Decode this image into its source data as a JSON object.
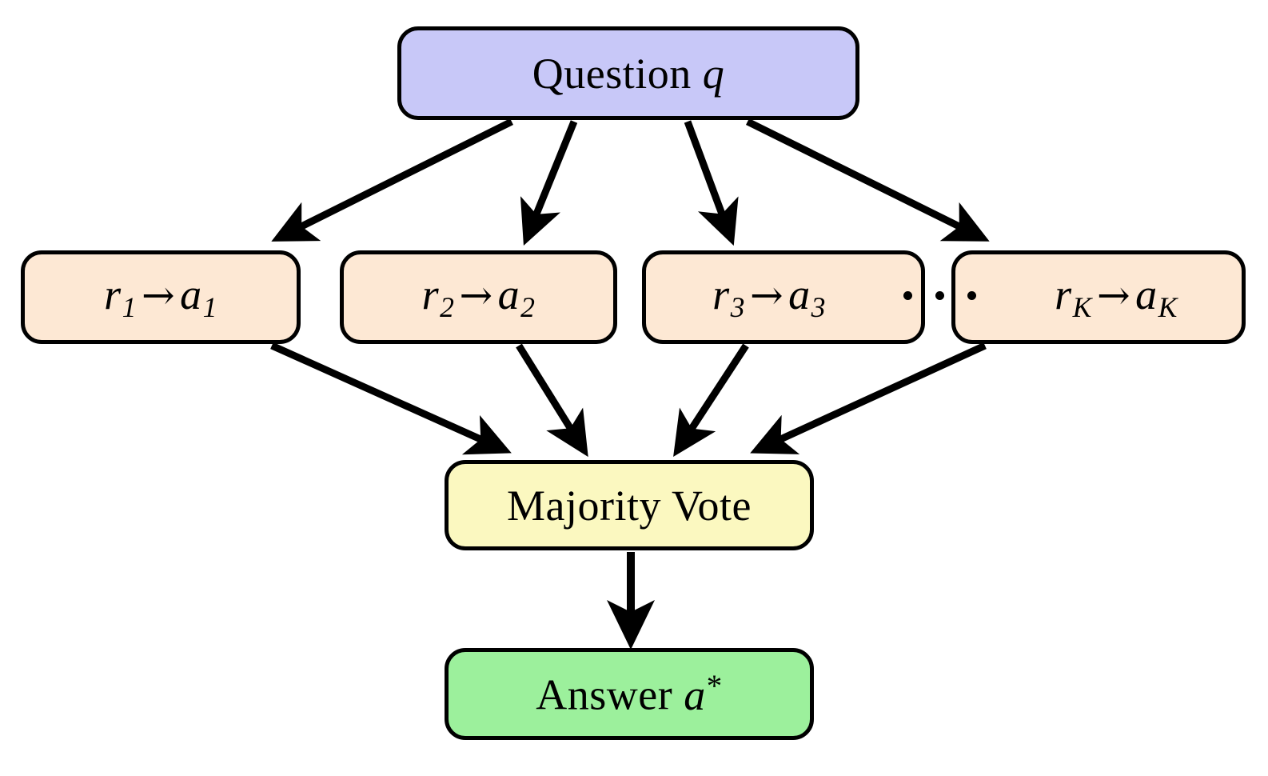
{
  "diagram": {
    "title": "Self-consistency majority vote flowchart",
    "type": "flowchart",
    "background": "#ffffff",
    "edge_color": "#000000",
    "nodes": [
      {
        "id": "question",
        "label_text": "Question q",
        "label_plain": "Question",
        "symbol": "q",
        "fill": "#c8c8f8",
        "stroke": "#000000"
      },
      {
        "id": "r1",
        "label_text": "r1 -> a1",
        "lhs": "r",
        "lhs_sub": "1",
        "arrow": "→",
        "rhs": "a",
        "rhs_sub": "1",
        "fill": "#fde8d4",
        "stroke": "#000000"
      },
      {
        "id": "r2",
        "label_text": "r2 -> a2",
        "lhs": "r",
        "lhs_sub": "2",
        "arrow": "→",
        "rhs": "a",
        "rhs_sub": "2",
        "fill": "#fde8d4",
        "stroke": "#000000"
      },
      {
        "id": "r3",
        "label_text": "r3 -> a3",
        "lhs": "r",
        "lhs_sub": "3",
        "arrow": "→",
        "rhs": "a",
        "rhs_sub": "3",
        "fill": "#fde8d4",
        "stroke": "#000000"
      },
      {
        "id": "rk",
        "label_text": "rK -> aK",
        "lhs": "r",
        "lhs_sub": "K",
        "arrow": "→",
        "rhs": "a",
        "rhs_sub": "K",
        "fill": "#fde8d4",
        "stroke": "#000000"
      },
      {
        "id": "majority",
        "label_text": "Majority Vote",
        "fill": "#fbf8c0",
        "stroke": "#000000"
      },
      {
        "id": "answer",
        "label_text": "Answer a*",
        "label_plain": "Answer",
        "symbol": "a",
        "superscript": "*",
        "fill": "#9cf09c",
        "stroke": "#000000"
      }
    ],
    "ellipsis": {
      "glyph": "·",
      "count": 3,
      "meaning": "continuation between r3 and rK"
    },
    "edges": [
      {
        "from": "question",
        "to": "r1"
      },
      {
        "from": "question",
        "to": "r2"
      },
      {
        "from": "question",
        "to": "r3"
      },
      {
        "from": "question",
        "to": "rk"
      },
      {
        "from": "r1",
        "to": "majority"
      },
      {
        "from": "r2",
        "to": "majority"
      },
      {
        "from": "r3",
        "to": "majority"
      },
      {
        "from": "rk",
        "to": "majority"
      },
      {
        "from": "majority",
        "to": "answer"
      }
    ]
  }
}
